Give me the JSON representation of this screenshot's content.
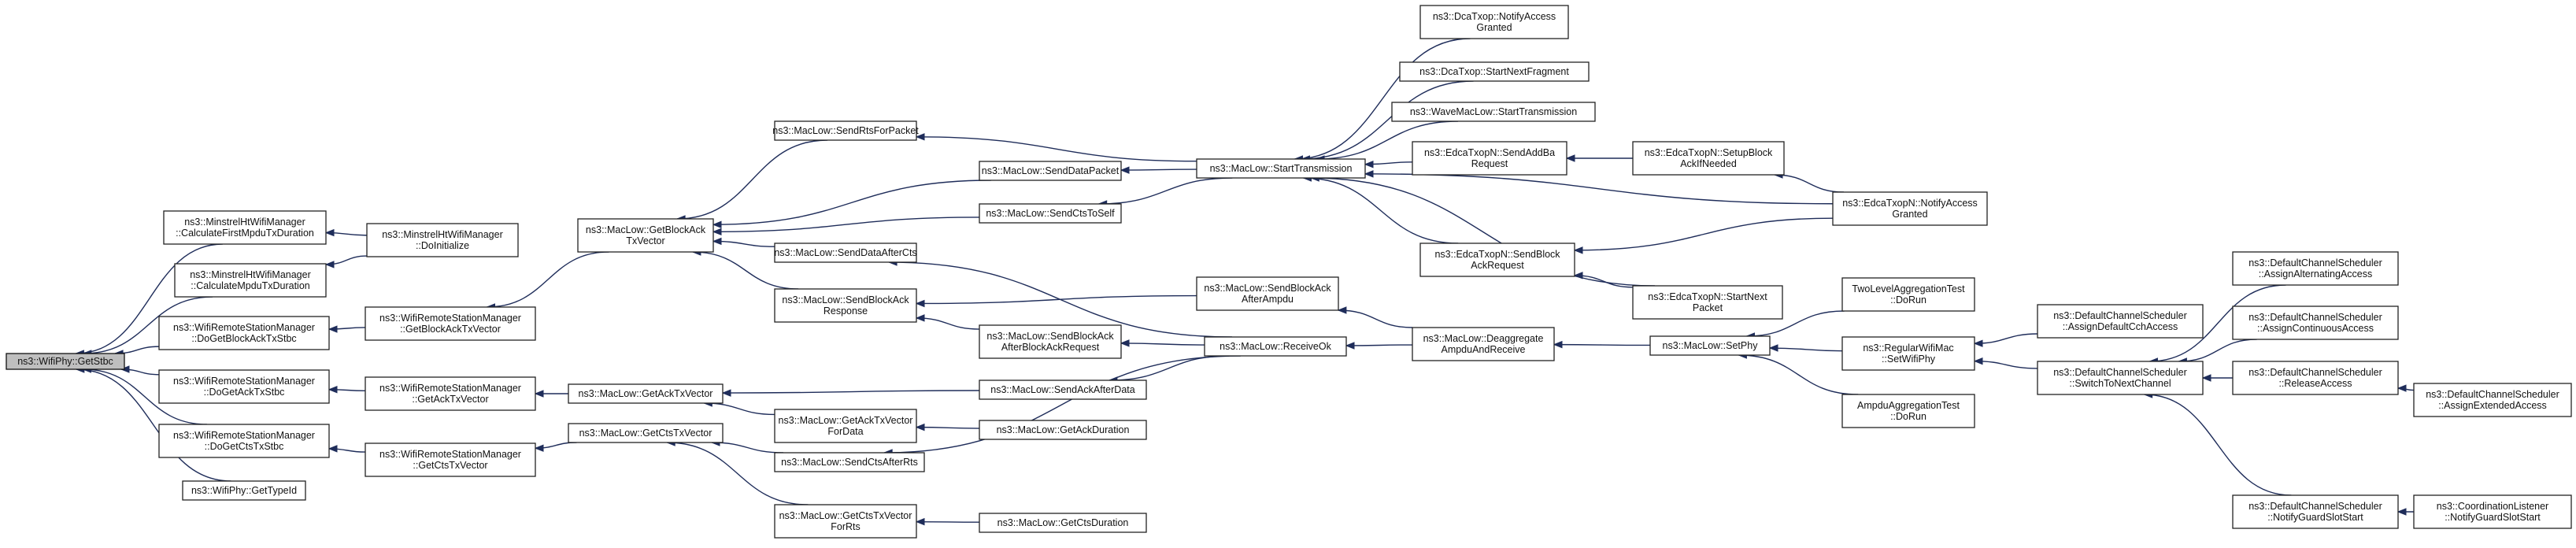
{
  "graph": {
    "nodes": [
      {
        "id": "getstbc",
        "lines": [
          "ns3::WifiPhy::GetStbc"
        ],
        "root": true
      },
      {
        "id": "calcFirst",
        "lines": [
          "ns3::MinstrelHtWifiManager",
          "::CalculateFirstMpduTxDuration"
        ]
      },
      {
        "id": "calcMpdu",
        "lines": [
          "ns3::MinstrelHtWifiManager",
          "::CalculateMpduTxDuration"
        ]
      },
      {
        "id": "doInit",
        "lines": [
          "ns3::MinstrelHtWifiManager",
          "::DoInitialize"
        ]
      },
      {
        "id": "doGetBA",
        "lines": [
          "ns3::WifiRemoteStationManager",
          "::DoGetBlockAckTxStbc"
        ]
      },
      {
        "id": "doGetAck",
        "lines": [
          "ns3::WifiRemoteStationManager",
          "::DoGetAckTxStbc"
        ]
      },
      {
        "id": "doGetCts",
        "lines": [
          "ns3::WifiRemoteStationManager",
          "::DoGetCtsTxStbc"
        ]
      },
      {
        "id": "getTypeId",
        "lines": [
          "ns3::WifiPhy::GetTypeId"
        ]
      },
      {
        "id": "wrsmGetBA",
        "lines": [
          "ns3::WifiRemoteStationManager",
          "::GetBlockAckTxVector"
        ]
      },
      {
        "id": "wrsmGetAck",
        "lines": [
          "ns3::WifiRemoteStationManager",
          "::GetAckTxVector"
        ]
      },
      {
        "id": "wrsmGetCts",
        "lines": [
          "ns3::WifiRemoteStationManager",
          "::GetCtsTxVector"
        ]
      },
      {
        "id": "mlGetBA",
        "lines": [
          "ns3::MacLow::GetBlockAck",
          "TxVector"
        ]
      },
      {
        "id": "mlGetAck",
        "lines": [
          "ns3::MacLow::GetAckTxVector"
        ]
      },
      {
        "id": "mlGetCts",
        "lines": [
          "ns3::MacLow::GetCtsTxVector"
        ]
      },
      {
        "id": "sendRts",
        "lines": [
          "ns3::MacLow::SendRtsForPacket"
        ]
      },
      {
        "id": "sendData",
        "lines": [
          "ns3::MacLow::SendDataPacket"
        ]
      },
      {
        "id": "sendCtsSelf",
        "lines": [
          "ns3::MacLow::SendCtsToSelf"
        ]
      },
      {
        "id": "sendDataCts",
        "lines": [
          "ns3::MacLow::SendDataAfterCts"
        ]
      },
      {
        "id": "sendBAResp",
        "lines": [
          "ns3::MacLow::SendBlockAck",
          "Response"
        ]
      },
      {
        "id": "sendBAAfterBAR",
        "lines": [
          "ns3::MacLow::SendBlockAck",
          "AfterBlockAckRequest"
        ]
      },
      {
        "id": "sendAckAfterData",
        "lines": [
          "ns3::MacLow::SendAckAfterData"
        ]
      },
      {
        "id": "getAckTxForData",
        "lines": [
          "ns3::MacLow::GetAckTxVector",
          "ForData"
        ]
      },
      {
        "id": "getAckDur",
        "lines": [
          "ns3::MacLow::GetAckDuration"
        ]
      },
      {
        "id": "sendCtsAfterRts",
        "lines": [
          "ns3::MacLow::SendCtsAfterRts"
        ]
      },
      {
        "id": "getCtsTxForRts",
        "lines": [
          "ns3::MacLow::GetCtsTxVector",
          "ForRts"
        ]
      },
      {
        "id": "getCtsDur",
        "lines": [
          "ns3::MacLow::GetCtsDuration"
        ]
      },
      {
        "id": "startTx",
        "lines": [
          "ns3::MacLow::StartTransmission"
        ]
      },
      {
        "id": "sendBAAfterAmpdu",
        "lines": [
          "ns3::MacLow::SendBlockAck",
          "AfterAmpdu"
        ]
      },
      {
        "id": "receiveOk",
        "lines": [
          "ns3::MacLow::ReceiveOk"
        ]
      },
      {
        "id": "deaggregate",
        "lines": [
          "ns3::MacLow::Deaggregate",
          "AmpduAndReceive"
        ]
      },
      {
        "id": "dcaNotify",
        "lines": [
          "ns3::DcaTxop::NotifyAccess",
          "Granted"
        ]
      },
      {
        "id": "dcaStartNext",
        "lines": [
          "ns3::DcaTxop::StartNextFragment"
        ]
      },
      {
        "id": "waveStart",
        "lines": [
          "ns3::WaveMacLow::StartTransmission"
        ]
      },
      {
        "id": "edcaSendAddBa",
        "lines": [
          "ns3::EdcaTxopN::SendAddBa",
          "Request"
        ]
      },
      {
        "id": "edcaSetupBA",
        "lines": [
          "ns3::EdcaTxopN::SetupBlock",
          "AckIfNeeded"
        ]
      },
      {
        "id": "edcaNotify",
        "lines": [
          "ns3::EdcaTxopN::NotifyAccess",
          "Granted"
        ]
      },
      {
        "id": "edcaSendBAR",
        "lines": [
          "ns3::EdcaTxopN::SendBlock",
          "AckRequest"
        ]
      },
      {
        "id": "edcaStartNext",
        "lines": [
          "ns3::EdcaTxopN::StartNext",
          "Packet"
        ]
      },
      {
        "id": "setPhy",
        "lines": [
          "ns3::MacLow::SetPhy"
        ]
      },
      {
        "id": "twoLevel",
        "lines": [
          "TwoLevelAggregationTest",
          "::DoRun"
        ]
      },
      {
        "id": "regSetWifiPhy",
        "lines": [
          "ns3::RegularWifiMac",
          "::SetWifiPhy"
        ]
      },
      {
        "id": "ampduTest",
        "lines": [
          "AmpduAggregationTest",
          "::DoRun"
        ]
      },
      {
        "id": "dcsAssignDefault",
        "lines": [
          "ns3::DefaultChannelScheduler",
          "::AssignDefaultCchAccess"
        ]
      },
      {
        "id": "dcsSwitch",
        "lines": [
          "ns3::DefaultChannelScheduler",
          "::SwitchToNextChannel"
        ]
      },
      {
        "id": "dcsAssignAlt",
        "lines": [
          "ns3::DefaultChannelScheduler",
          "::AssignAlternatingAccess"
        ]
      },
      {
        "id": "dcsAssignCont",
        "lines": [
          "ns3::DefaultChannelScheduler",
          "::AssignContinuousAccess"
        ]
      },
      {
        "id": "dcsRelease",
        "lines": [
          "ns3::DefaultChannelScheduler",
          "::ReleaseAccess"
        ]
      },
      {
        "id": "dcsAssignExt",
        "lines": [
          "ns3::DefaultChannelScheduler",
          "::AssignExtendedAccess"
        ]
      },
      {
        "id": "dcsNotifyGuard",
        "lines": [
          "ns3::DefaultChannelScheduler",
          "::NotifyGuardSlotStart"
        ]
      },
      {
        "id": "coordNotify",
        "lines": [
          "ns3::CoordinationListener",
          "::NotifyGuardSlotStart"
        ]
      }
    ],
    "edges": [
      [
        "calcFirst",
        "getstbc"
      ],
      [
        "calcMpdu",
        "getstbc"
      ],
      [
        "doGetBA",
        "getstbc"
      ],
      [
        "doGetAck",
        "getstbc"
      ],
      [
        "doGetCts",
        "getstbc"
      ],
      [
        "getTypeId",
        "getstbc"
      ],
      [
        "doInit",
        "calcFirst"
      ],
      [
        "doInit",
        "calcMpdu"
      ],
      [
        "wrsmGetBA",
        "doGetBA"
      ],
      [
        "wrsmGetAck",
        "doGetAck"
      ],
      [
        "wrsmGetCts",
        "doGetCts"
      ],
      [
        "mlGetBA",
        "wrsmGetBA"
      ],
      [
        "mlGetAck",
        "wrsmGetAck"
      ],
      [
        "mlGetCts",
        "wrsmGetCts"
      ],
      [
        "sendRts",
        "mlGetBA"
      ],
      [
        "sendData",
        "mlGetBA"
      ],
      [
        "sendCtsSelf",
        "mlGetBA"
      ],
      [
        "sendDataCts",
        "mlGetBA"
      ],
      [
        "sendBAResp",
        "mlGetBA"
      ],
      [
        "sendAckAfterData",
        "mlGetAck"
      ],
      [
        "getAckTxForData",
        "mlGetAck"
      ],
      [
        "sendCtsAfterRts",
        "mlGetCts"
      ],
      [
        "getCtsTxForRts",
        "mlGetCts"
      ],
      [
        "getAckDur",
        "getAckTxForData"
      ],
      [
        "getCtsDur",
        "getCtsTxForRts"
      ],
      [
        "startTx",
        "sendRts"
      ],
      [
        "startTx",
        "sendData"
      ],
      [
        "startTx",
        "sendCtsSelf"
      ],
      [
        "receiveOk",
        "sendDataCts"
      ],
      [
        "sendBAAfterAmpdu",
        "sendBAResp"
      ],
      [
        "sendBAAfterBAR",
        "sendBAResp"
      ],
      [
        "receiveOk",
        "sendBAAfterBAR"
      ],
      [
        "receiveOk",
        "sendAckAfterData"
      ],
      [
        "receiveOk",
        "sendCtsAfterRts"
      ],
      [
        "deaggregate",
        "sendBAAfterAmpdu"
      ],
      [
        "deaggregate",
        "receiveOk"
      ],
      [
        "setPhy",
        "deaggregate"
      ],
      [
        "dcaNotify",
        "startTx"
      ],
      [
        "dcaStartNext",
        "startTx"
      ],
      [
        "waveStart",
        "startTx"
      ],
      [
        "edcaSendAddBa",
        "startTx"
      ],
      [
        "edcaNotify",
        "startTx"
      ],
      [
        "edcaSendBAR",
        "startTx"
      ],
      [
        "edcaStartNext",
        "startTx"
      ],
      [
        "edcaSetupBA",
        "edcaSendAddBa"
      ],
      [
        "edcaNotify",
        "edcaSetupBA"
      ],
      [
        "edcaNotify",
        "edcaSendBAR"
      ],
      [
        "edcaStartNext",
        "edcaSendBAR"
      ],
      [
        "twoLevel",
        "setPhy"
      ],
      [
        "regSetWifiPhy",
        "setPhy"
      ],
      [
        "ampduTest",
        "setPhy"
      ],
      [
        "dcsAssignDefault",
        "regSetWifiPhy"
      ],
      [
        "dcsSwitch",
        "regSetWifiPhy"
      ],
      [
        "dcsAssignAlt",
        "dcsSwitch"
      ],
      [
        "dcsAssignCont",
        "dcsSwitch"
      ],
      [
        "dcsRelease",
        "dcsSwitch"
      ],
      [
        "dcsNotifyGuard",
        "dcsSwitch"
      ],
      [
        "dcsAssignExt",
        "dcsRelease"
      ],
      [
        "coordNotify",
        "dcsNotifyGuard"
      ]
    ]
  }
}
